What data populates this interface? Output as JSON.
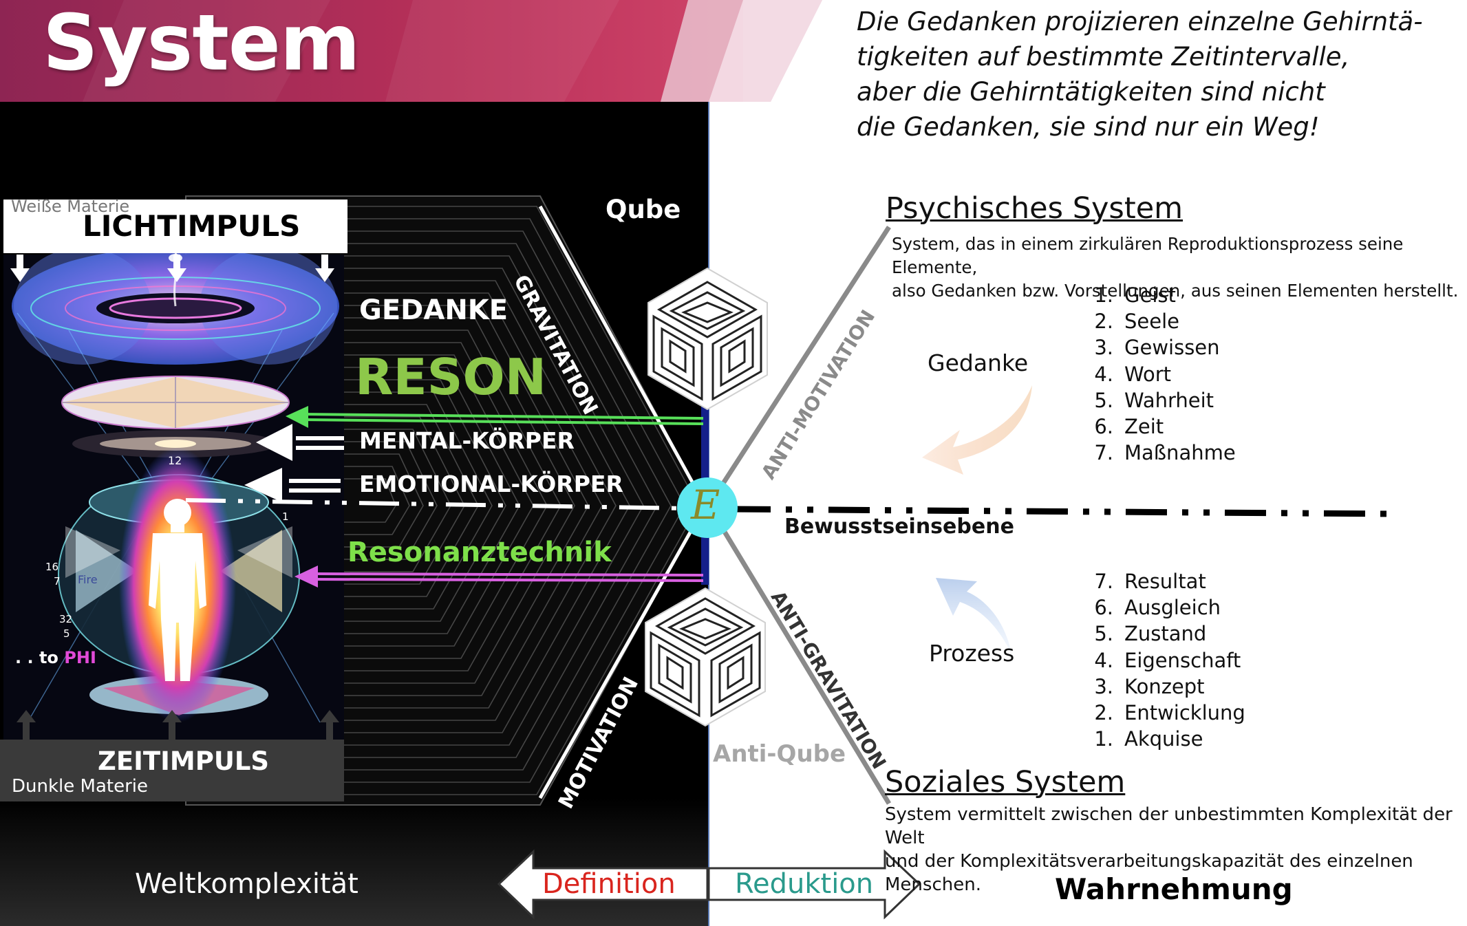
{
  "title": "System",
  "quote": [
    "Die Gedanken projizieren einzelne Gehirntä-",
    "tigkeiten auf bestimmte Zeitintervalle,",
    "aber die Gehirntätigkeiten sind nicht",
    "die Gedanken, sie sind nur ein Weg!"
  ],
  "left": {
    "weisse_materie": "Weiße Materie",
    "lichtimpuls": "LICHTIMPULS",
    "zeitimpuls": "ZEITIMPULS",
    "dunkle_materie": "Dunkle Materie",
    "to_phi_prefix": ". . to",
    "to_phi_suffix": "PHI",
    "fire": "Fire",
    "numbers": {
      "n12": "12",
      "n16": "16",
      "n7": "7",
      "n32": "32",
      "n5": "5",
      "n1": "1"
    }
  },
  "center": {
    "gedanke": "GEDANKE",
    "reson": "RESON",
    "mental": "MENTAL-KÖRPER",
    "emotional": "EMOTIONAL-KÖRPER",
    "resonanztechnik": "Resonanztechnik",
    "qube": "Qube",
    "anti_qube": "Anti-Qube",
    "gravitation": "GRAVITATION",
    "motivation": "MOTIVATION",
    "anti_motivation": "ANTI-MOTIVATION",
    "anti_gravitation": "ANTI-GRAVITATION",
    "e_letter": "E"
  },
  "right": {
    "psychisches_title": "Psychisches System",
    "psychisches_desc": [
      "System, das in einem zirkulären Reproduktionsprozess seine Elemente,",
      "also Gedanken bzw. Vorstellungen, aus seinen Elementen herstellt."
    ],
    "gedanke_label": "Gedanke",
    "upper_list": [
      {
        "num": "1.",
        "text": "Geist"
      },
      {
        "num": "2.",
        "text": "Seele"
      },
      {
        "num": "3.",
        "text": "Gewissen"
      },
      {
        "num": "4.",
        "text": "Wort"
      },
      {
        "num": "5.",
        "text": "Wahrheit"
      },
      {
        "num": "6.",
        "text": "Zeit"
      },
      {
        "num": "7.",
        "text": "Maßnahme"
      }
    ],
    "bewusstseinsebene": "Bewusstseinsebene",
    "prozess_label": "Prozess",
    "lower_list": [
      {
        "num": "7.",
        "text": "Resultat"
      },
      {
        "num": "6.",
        "text": "Ausgleich"
      },
      {
        "num": "5.",
        "text": "Zustand"
      },
      {
        "num": "4.",
        "text": "Eigenschaft"
      },
      {
        "num": "3.",
        "text": "Konzept"
      },
      {
        "num": "2.",
        "text": "Entwicklung"
      },
      {
        "num": "1.",
        "text": "Akquise"
      }
    ],
    "soziales_title": "Soziales System",
    "soziales_desc": [
      "System vermittelt zwischen der unbestimmten Komplexität der Welt",
      "und der Komplexitätsverarbeitungskapazität des einzelnen Menschen."
    ]
  },
  "bottom": {
    "weltkomplexitaet": "Weltkomplexität",
    "definition": "Definition",
    "reduktion": "Reduktion",
    "wahrnehmung": "Wahrnehmung"
  },
  "colors": {
    "banner_start": "#9b2a55",
    "banner_end": "#c93a60",
    "reson_green": "#8dc84a",
    "resonanz_green": "#7ee04a",
    "green_arrow": "#58e05a",
    "magenta_arrow": "#d860e0",
    "definition_red": "#d9251e",
    "reduktion_teal": "#2a9a8c",
    "e_circle": "#5ee8f0",
    "e_letter": "#8a8a2a",
    "blue_bar": "#14208a"
  }
}
